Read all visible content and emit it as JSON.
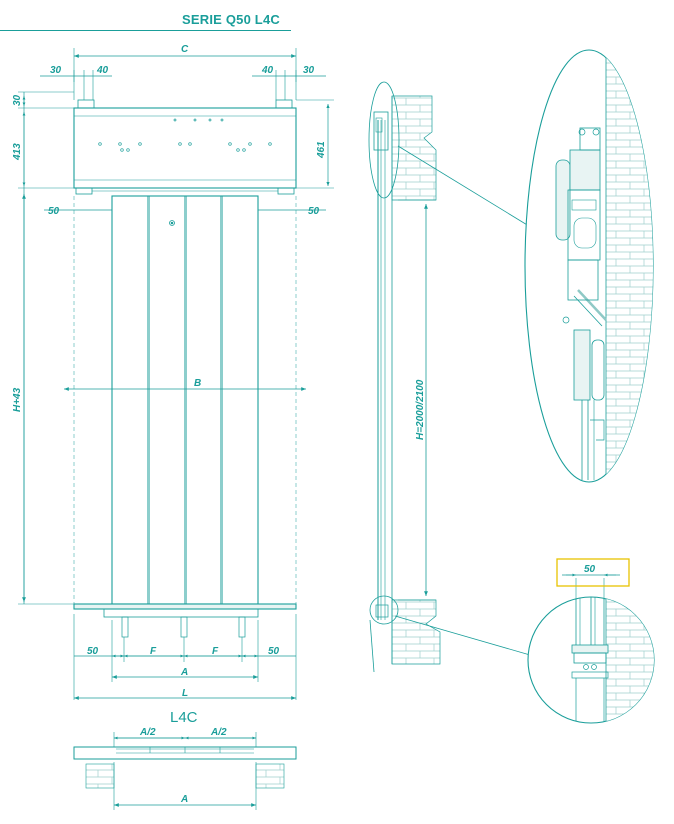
{
  "header": {
    "title": "SERIE Q50 L4C"
  },
  "front_view": {
    "dims": {
      "c": "C",
      "left_30": "30",
      "left_40": "40",
      "right_40": "40",
      "right_30": "30",
      "left_top_30": "30",
      "left_413": "413",
      "right_461": "461",
      "left_50": "50",
      "right_50": "50",
      "h43": "H+43",
      "b": "B",
      "bottom_50_left": "50",
      "f1": "F",
      "f2": "F",
      "bottom_50_right": "50",
      "a": "A",
      "l": "L"
    }
  },
  "plan_view": {
    "label": "L4C",
    "dims": {
      "a_half_left": "A/2",
      "a_half_right": "A/2",
      "a": "A"
    }
  },
  "section_view": {
    "dims": {
      "h": "H=2000/2100"
    },
    "detail_bottom": {
      "dim_50": "50",
      "highlight_color": "#e8c300"
    }
  },
  "colors": {
    "line": "#1a9e9a",
    "hatch": "#8fc9c6",
    "fill_light": "#e8f4f3"
  }
}
